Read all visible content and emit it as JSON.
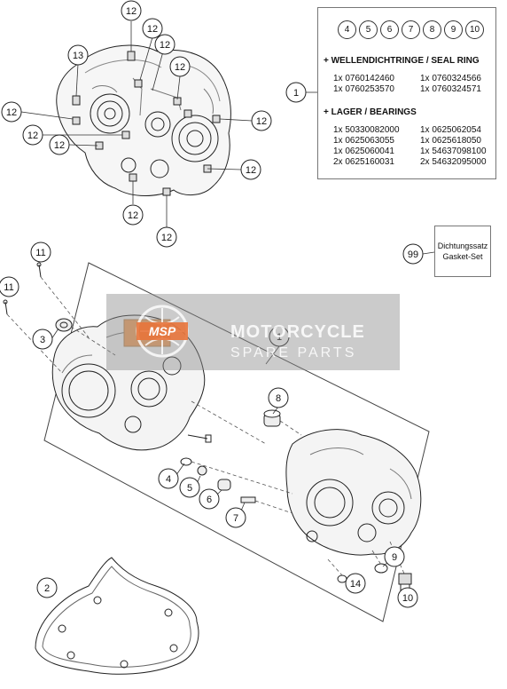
{
  "callouts": {
    "c12_top": "12",
    "c13": "13",
    "c12_a": "12",
    "c12_b": "12",
    "c12_c": "12",
    "c12_left1": "12",
    "c12_left2": "12",
    "c12_left3": "12",
    "c12_right1": "12",
    "c12_right2": "12",
    "c12_bottom1": "12",
    "c12_bottom2": "12",
    "c1_box": "1",
    "c99": "99",
    "c11_a": "11",
    "c11_b": "11",
    "c3": "3",
    "c1_main": "1",
    "c8": "8",
    "c4": "4",
    "c5": "5",
    "c6": "6",
    "c7": "7",
    "c9": "9",
    "c10": "10",
    "c14": "14",
    "c2": "2"
  },
  "info_box": {
    "ref_numbers": [
      "4",
      "5",
      "6",
      "7",
      "8",
      "9",
      "10"
    ],
    "seal_title": "+ WELLENDICHTRINGE / SEAL RING",
    "seal_parts": [
      "1x 0760142460",
      "1x 0760324566",
      "1x 0760253570",
      "1x 0760324571"
    ],
    "bearing_title": "+ LAGER / BEARINGS",
    "bearing_parts": [
      "1x 50330082000",
      "1x 0625062054",
      "1x 0625063055",
      "1x 0625618050",
      "1x 0625060041",
      "1x 54637098100",
      "2x 0625160031",
      "2x 54632095000"
    ]
  },
  "gasket_set": {
    "line1": "Dichtungssatz",
    "line2": "Gasket-Set"
  },
  "watermark": {
    "logo": "MSP",
    "title": "MOTORCYCLE",
    "subtitle": "SPARE PARTS"
  },
  "colors": {
    "line": "#222222",
    "part_fill": "#f3f3f3",
    "watermark_orange": "#e8743b"
  }
}
